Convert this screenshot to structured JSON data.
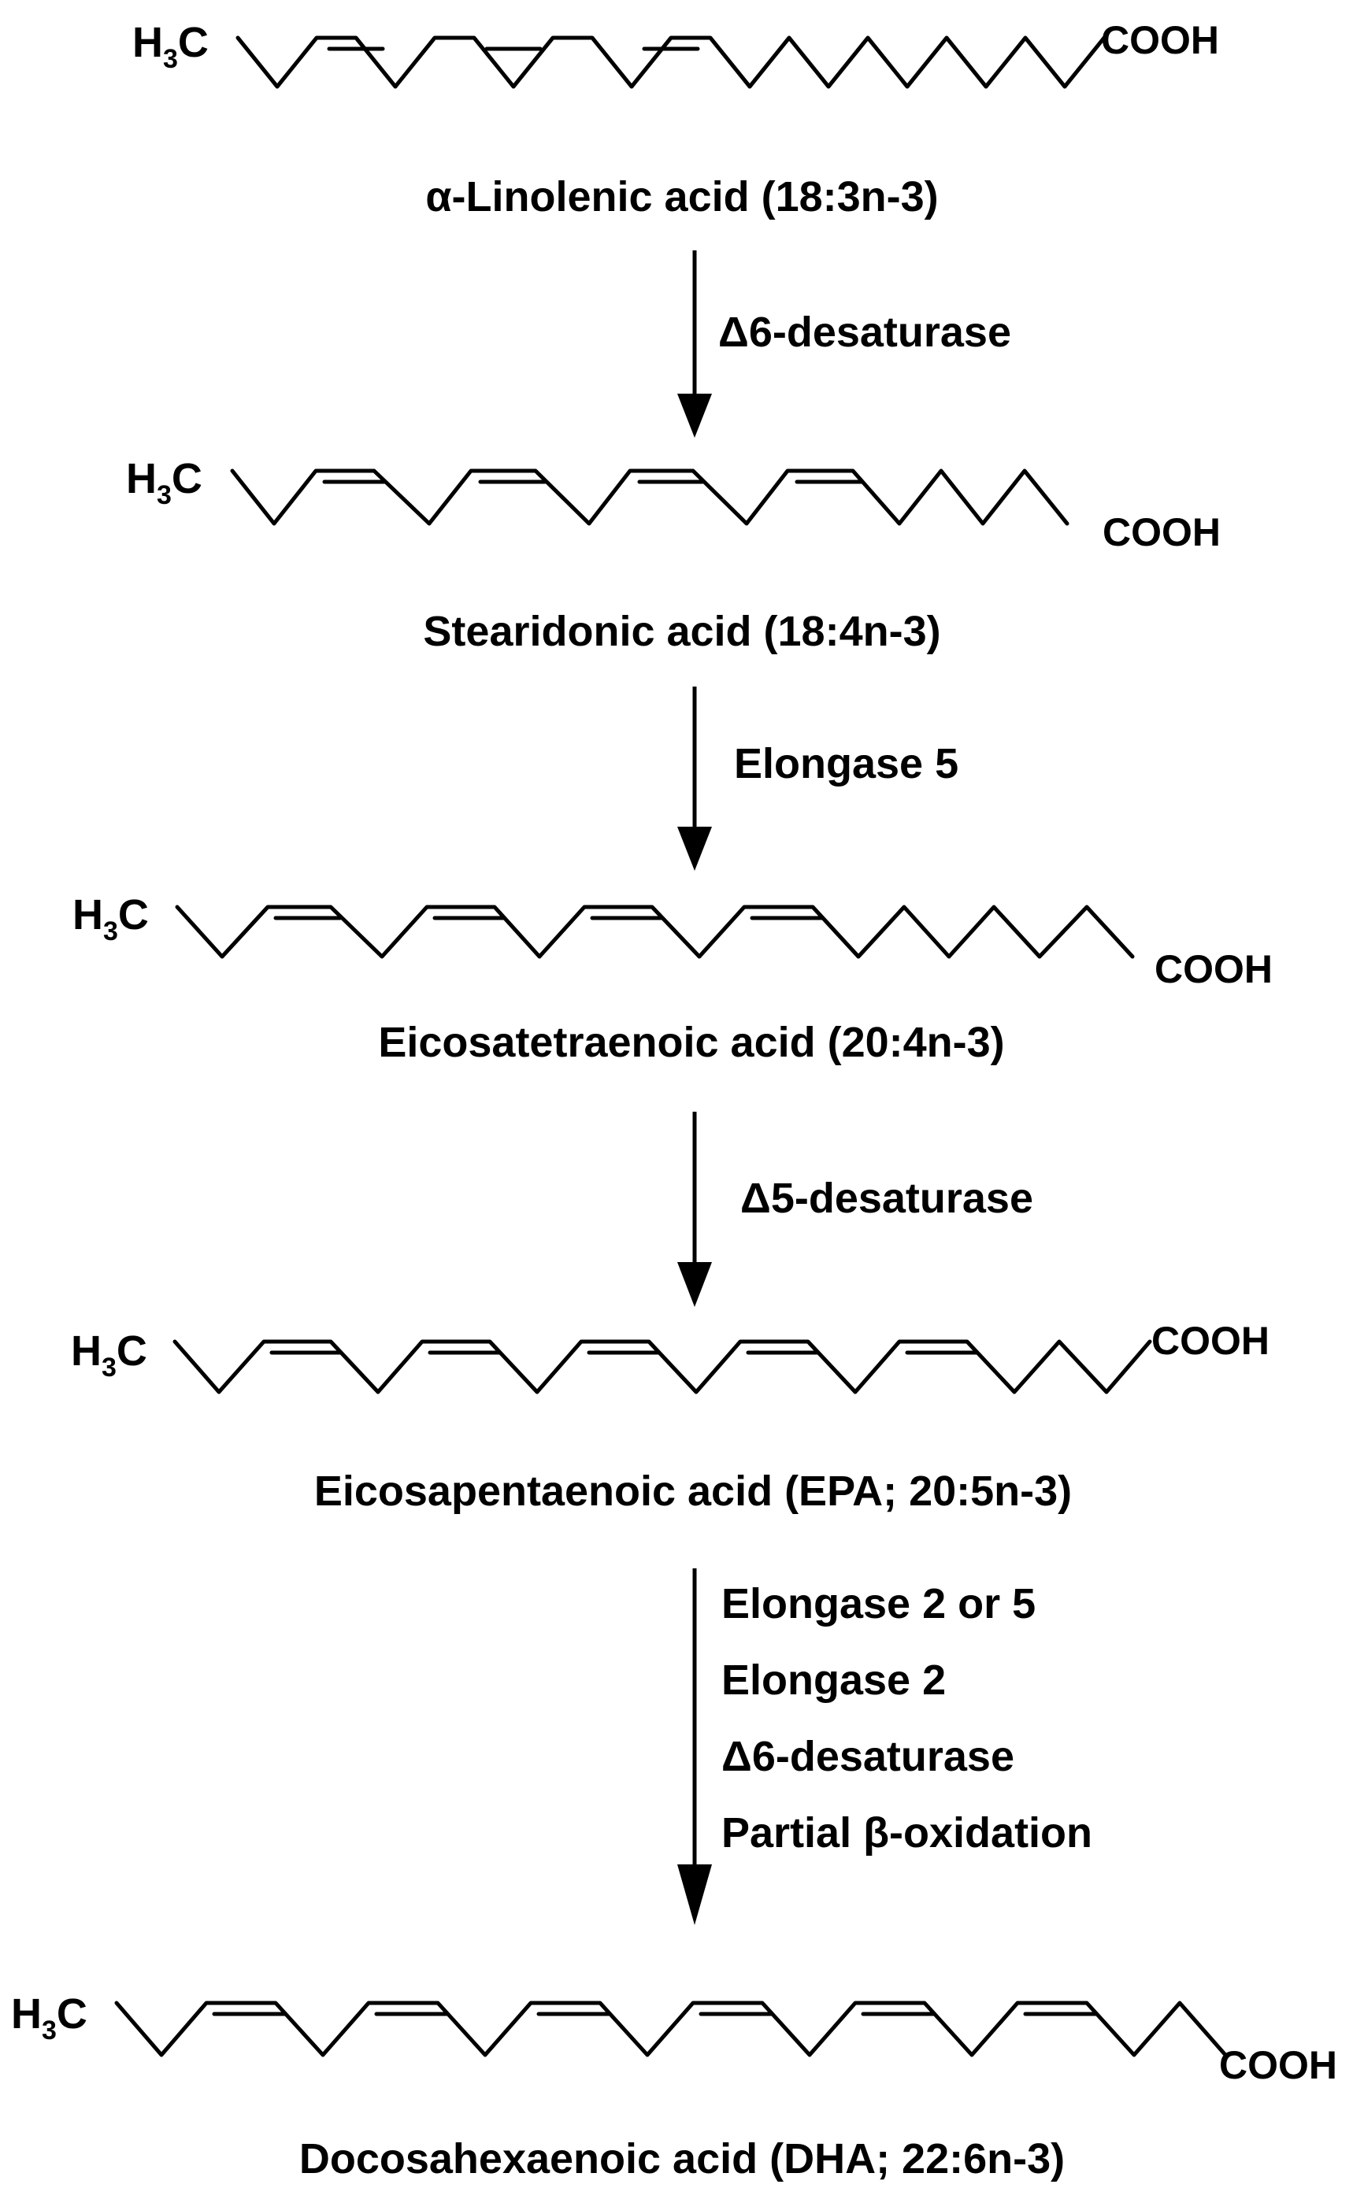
{
  "molecules": [
    {
      "name": "α-Linolenic acid (18:3n-3)",
      "left_group_main": "H",
      "left_group_sub": "3",
      "left_group_end": "C",
      "right_group": "COOH"
    },
    {
      "name": "Stearidonic acid (18:4n-3)",
      "left_group_main": "H",
      "left_group_sub": "3",
      "left_group_end": "C",
      "right_group": "COOH"
    },
    {
      "name": "Eicosatetraenoic acid (20:4n-3)",
      "left_group_main": "H",
      "left_group_sub": "3",
      "left_group_end": "C",
      "right_group": "COOH"
    },
    {
      "name": "Eicosapentaenoic acid (EPA; 20:5n-3)",
      "left_group_main": "H",
      "left_group_sub": "3",
      "left_group_end": "C",
      "right_group": "COOH"
    },
    {
      "name": "Docosahexaenoic acid (DHA; 22:6n-3)",
      "left_group_main": "H",
      "left_group_sub": "3",
      "left_group_end": "C",
      "right_group": "COOH"
    }
  ],
  "steps": [
    {
      "enzymes": [
        "Δ6-desaturase"
      ]
    },
    {
      "enzymes": [
        "Elongase 5"
      ]
    },
    {
      "enzymes": [
        "Δ5-desaturase"
      ]
    },
    {
      "enzymes": [
        "Elongase 2 or 5",
        "Elongase 2",
        "Δ6-desaturase",
        "Partial β-oxidation"
      ]
    }
  ]
}
